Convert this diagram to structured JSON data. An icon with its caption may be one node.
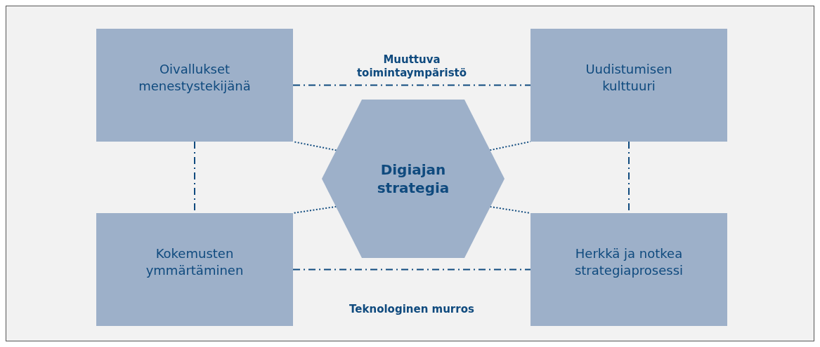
{
  "diagram": {
    "nodes": [
      {
        "text": [
          "Oivallukset menestystekijänä"
        ]
      },
      {
        "text": [
          "Uudistumisen kulttuuri"
        ]
      },
      {
        "text": [
          "Digiajan strategia"
        ]
      },
      {
        "text": [
          "Kokemusten ymmärtäminen"
        ]
      },
      {
        "text": [
          "Herkkä ja notkea strategiaprosessi"
        ]
      }
    ],
    "edges": [
      {
        "from": 0,
        "to": 1,
        "arrow": "none",
        "style": "dashed",
        "label": "Muuttuva toimintaympäristö"
      },
      {
        "from": 3,
        "to": 4,
        "arrow": "none",
        "style": "dashed",
        "label": "Teknologinen murros"
      },
      {
        "from": 0,
        "to": 3,
        "arrow": "none",
        "style": "dashed"
      },
      {
        "from": 1,
        "to": 4,
        "arrow": "none",
        "style": "dashed"
      },
      {
        "from": 2,
        "to": 0,
        "arrow": "none"
      },
      {
        "from": 2,
        "to": 1,
        "arrow": "none"
      },
      {
        "from": 2,
        "to": 3,
        "arrow": "none"
      },
      {
        "from": 2,
        "to": 4,
        "arrow": "none"
      }
    ]
  }
}
